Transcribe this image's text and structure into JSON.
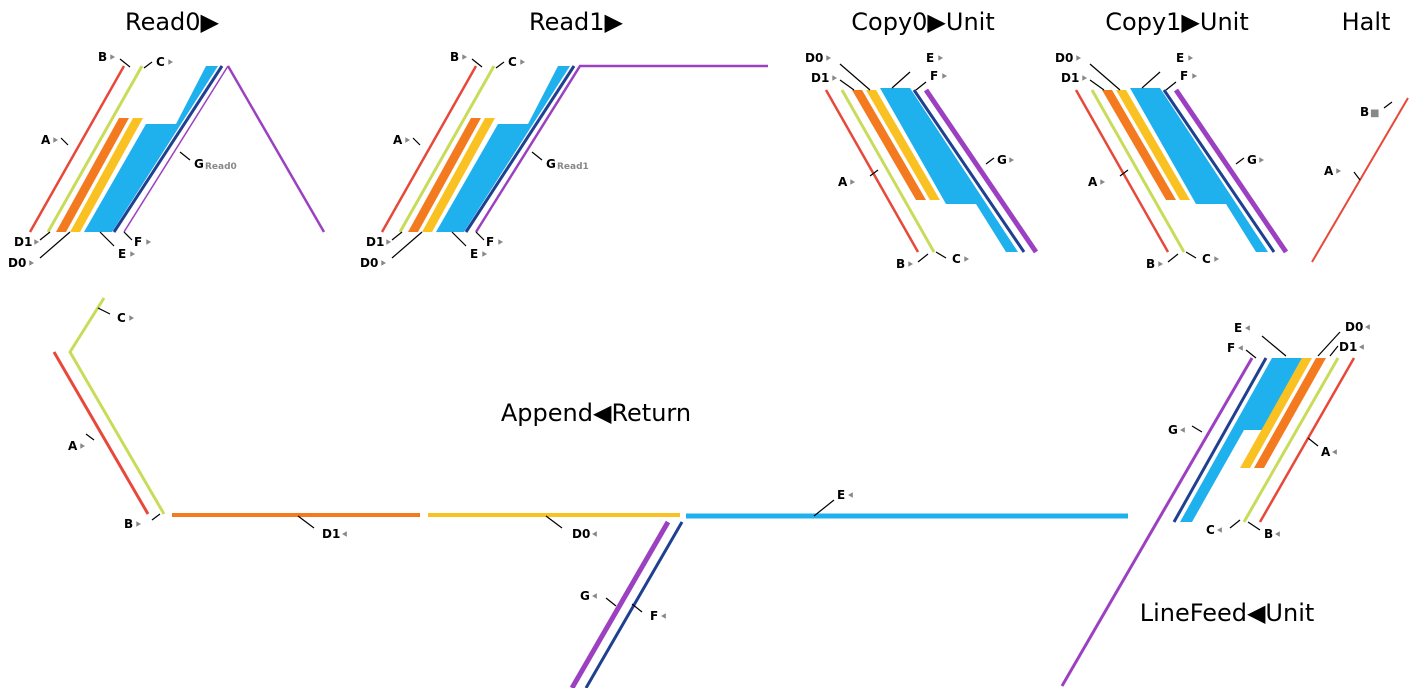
{
  "titles": {
    "read0": "Read0▶",
    "read1": "Read1▶",
    "copy0": "Copy0▶Unit",
    "copy1": "Copy1▶Unit",
    "halt": "Halt",
    "append": "Append◀Return",
    "linefeed": "LineFeed◀Unit"
  },
  "labels": {
    "A": "A",
    "B": "B",
    "C": "C",
    "D0": "D0",
    "D1": "D1",
    "E": "E",
    "F": "F",
    "G": "G",
    "read0_sub": "Read0",
    "read1_sub": "Read1"
  },
  "symbols": {
    "right": "⯈",
    "left": "⯇",
    "halt": "■"
  },
  "colors": {
    "A": "#e8483a",
    "B": "#c9dc5a",
    "C": "#c9dc5a",
    "D1": "#f47a20",
    "D0": "#f9c121",
    "E": "#1fb0ee",
    "F": "#1f3f90",
    "G": "#9c40c2"
  }
}
